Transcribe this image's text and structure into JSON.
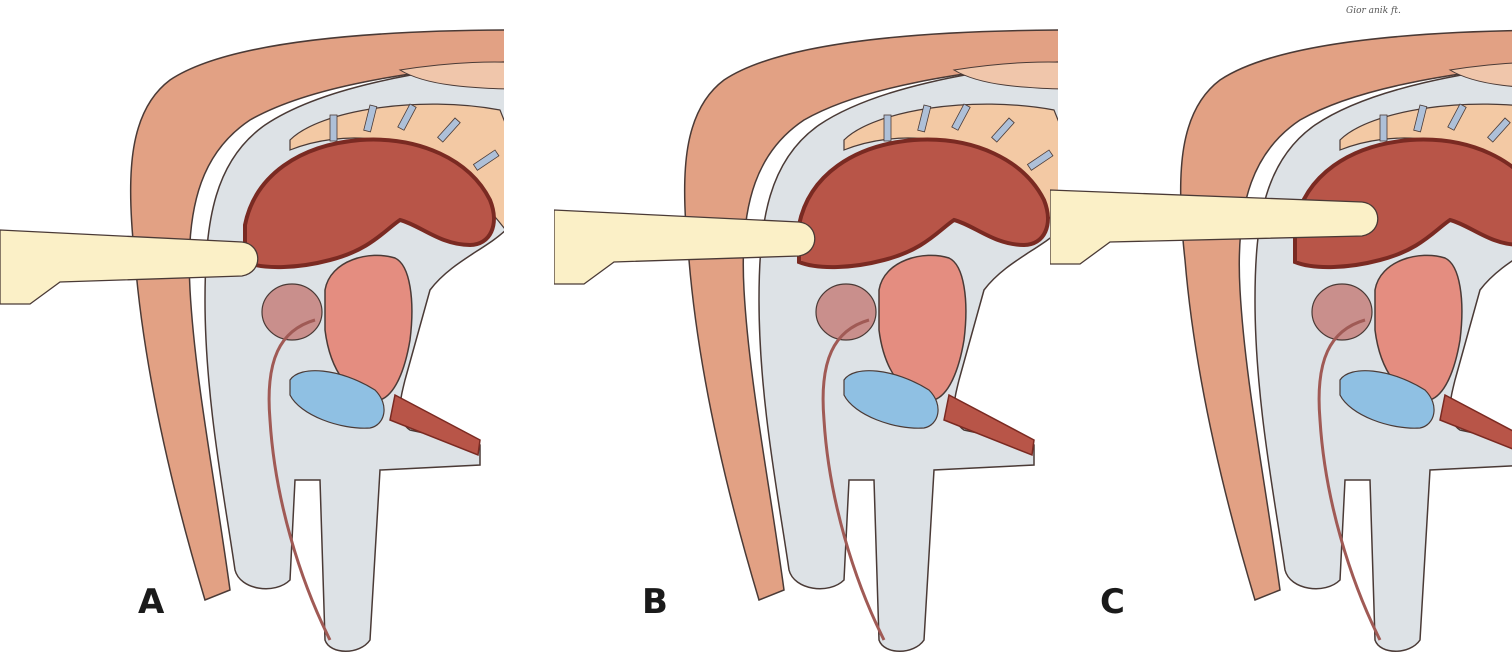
{
  "figure": {
    "panels": [
      {
        "id": "a",
        "label": "A",
        "finger_depth": 0
      },
      {
        "id": "b",
        "label": "B",
        "finger_depth": 1
      },
      {
        "id": "c",
        "label": "C",
        "finger_depth": 2
      }
    ],
    "signature": "Gior anik ft.",
    "colors": {
      "skin": "#e2a184",
      "skin_light": "#f0c6ab",
      "tissue": "#dde2e6",
      "rectum": "#b85548",
      "rectum_dark": "#7a2a22",
      "bladder": "#e48d80",
      "prostate": "#c98f8c",
      "seminal_vesicle": "#8fc0e3",
      "vertebra": "#f3c9a4",
      "disc": "#aec0d8",
      "finger": "#fbf0c7",
      "outline": "#4a3a36"
    }
  }
}
